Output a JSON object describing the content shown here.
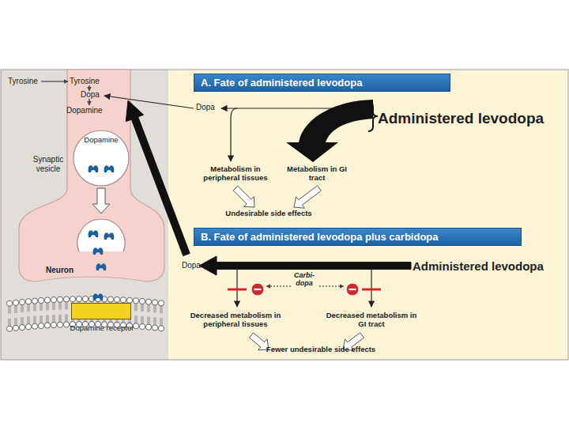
{
  "diagram": {
    "nodes": [
      {
        "text": [
          "Tyrosine",
          "Dopa",
          "Dopamine",
          "Neuron"
        ]
      },
      {
        "text": [
          "Dopamine"
        ],
        "in": 0
      },
      {
        "text": [
          "Dopamine receptor"
        ]
      },
      {
        "text": [
          "A. Fate of administered levodopa"
        ]
      },
      {
        "text": [
          "B. Fate of administered levodopa plus carbidopa"
        ]
      }
    ],
    "labels": [
      "Tyrosine",
      "Synaptic vesicle",
      "Dopa",
      "Administered levodopa",
      "Metabolism in peripheral tissues",
      "Metabolism in GI tract",
      "Undesirable side effects",
      "Dopa",
      "Administered levodopa",
      "Carbi- dopa",
      "Decreased metabolism in peripheral tissues",
      "Decreased metabolism in GI tract",
      "Fewer undesirable side effects"
    ]
  }
}
